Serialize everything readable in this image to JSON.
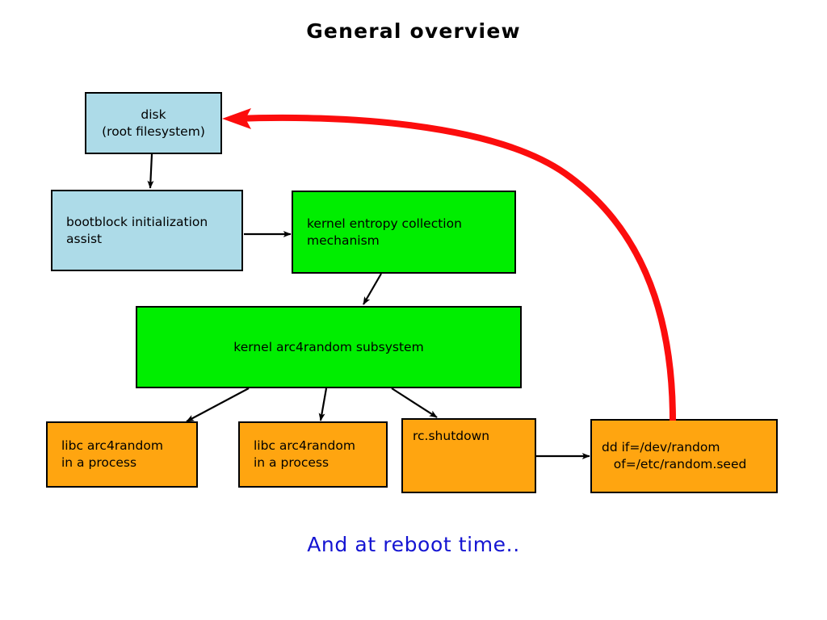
{
  "title": "General  overview",
  "caption": "And at reboot time..",
  "colors": {
    "blue_fill": "#addbe8",
    "green_fill": "#00ee00",
    "orange_fill": "#ffa510",
    "node_border": "#000000",
    "edge_black": "#000000",
    "edge_red": "#fc0d0d",
    "caption_blue": "#1414d2",
    "background": "#ffffff"
  },
  "nodes": {
    "disk": {
      "label": "disk\n(root filesystem)",
      "fill": "#addbe8"
    },
    "bootblock": {
      "label": "bootblock initialization\nassist",
      "fill": "#addbe8"
    },
    "kernel_entropy": {
      "label": "kernel entropy collection\nmechanism",
      "fill": "#00ee00"
    },
    "arc4random": {
      "label": "kernel arc4random subsystem",
      "fill": "#00ee00"
    },
    "libc1": {
      "label": "libc arc4random\nin a process",
      "fill": "#ffa510"
    },
    "libc2": {
      "label": "libc arc4random\nin a process",
      "fill": "#ffa510"
    },
    "rc_shutdown": {
      "label": "rc.shutdown",
      "fill": "#ffa510"
    },
    "dd": {
      "label": "dd if=/dev/random\n   of=/etc/random.seed",
      "fill": "#ffa510"
    }
  },
  "edges": [
    {
      "name": "disk-to-bootblock",
      "from": "disk",
      "to": "bootblock",
      "color": "#000000"
    },
    {
      "name": "bootblock-to-kernel-entropy",
      "from": "bootblock",
      "to": "kernel_entropy",
      "color": "#000000"
    },
    {
      "name": "kernel-entropy-to-arc4random",
      "from": "kernel_entropy",
      "to": "arc4random",
      "color": "#000000"
    },
    {
      "name": "arc4random-to-libc1",
      "from": "arc4random",
      "to": "libc1",
      "color": "#000000"
    },
    {
      "name": "arc4random-to-libc2",
      "from": "arc4random",
      "to": "libc2",
      "color": "#000000"
    },
    {
      "name": "arc4random-to-rc-shutdown",
      "from": "arc4random",
      "to": "rc_shutdown",
      "color": "#000000"
    },
    {
      "name": "rc-shutdown-to-dd",
      "from": "rc_shutdown",
      "to": "dd",
      "color": "#000000"
    },
    {
      "name": "dd-to-disk-reboot",
      "from": "dd",
      "to": "disk",
      "color": "#fc0d0d"
    }
  ]
}
